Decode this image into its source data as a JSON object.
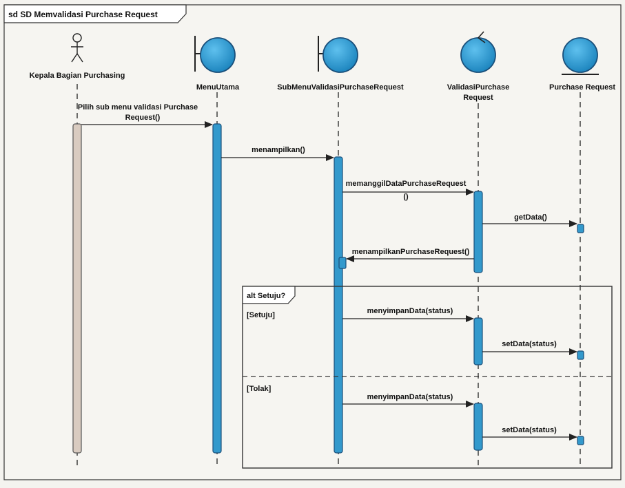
{
  "frame": {
    "title": "sd SD Memvalidasi Purchase Request"
  },
  "participants": [
    {
      "name": "actor",
      "kind": "actor",
      "label": "Kepala Bagian Purchasing",
      "label2": ""
    },
    {
      "name": "menu-utama",
      "kind": "boundary",
      "label": "MenuUtama",
      "label2": ""
    },
    {
      "name": "submenu-validasi",
      "kind": "boundary",
      "label": "SubMenuValidasiPurchaseRequest",
      "label2": ""
    },
    {
      "name": "validasi-purchase-request",
      "kind": "control",
      "label": "ValidasiPurchase",
      "label2": "Request"
    },
    {
      "name": "purchase-request",
      "kind": "entity",
      "label": "Purchase Request",
      "label2": ""
    }
  ],
  "messages": [
    {
      "label": "Pilih sub menu validasi Purchase",
      "label2": "Request()"
    },
    {
      "label": "menampilkan()",
      "label2": ""
    },
    {
      "label": "memanggilDataPurchaseRequest",
      "label2": "()"
    },
    {
      "label": "getData()",
      "label2": ""
    },
    {
      "label": "menampilkanPurchaseRequest()",
      "label2": ""
    },
    {
      "label": "menyimpanData(status)",
      "label2": ""
    },
    {
      "label": "setData(status)",
      "label2": ""
    },
    {
      "label": "menyimpanData(status)",
      "label2": ""
    },
    {
      "label": "setData(status)",
      "label2": ""
    }
  ],
  "fragment": {
    "operator": "alt Setuju?",
    "guards": [
      "[Setuju]",
      "[Tolak]"
    ]
  },
  "colors": {
    "lifeline_fill": "#3399cc",
    "lifeline_stroke": "#1a4f7a",
    "actor_bar": "#d9cbc0",
    "line": "#222222"
  }
}
